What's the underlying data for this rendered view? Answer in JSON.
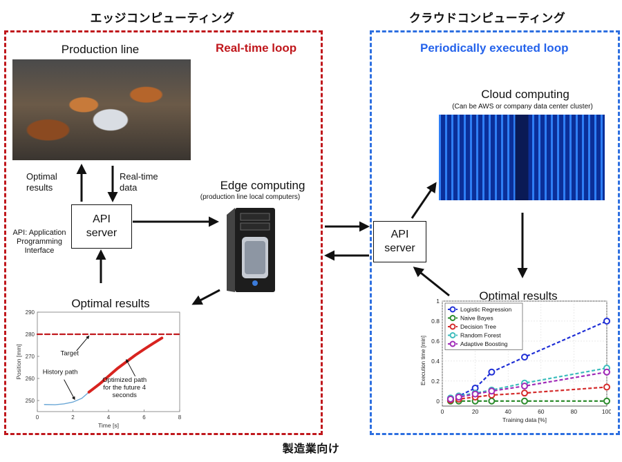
{
  "headings": {
    "edge": "エッジコンピューティング",
    "cloud": "クラウドコンピューティング",
    "footer": "製造業向け"
  },
  "edge_frame": {
    "loop_label": "Real-time loop",
    "production_title": "Production line",
    "optimal_results_label": "Optimal\nresults",
    "realtime_data_label": "Real-time\ndata",
    "api_box": {
      "line1": "API",
      "line2": "server"
    },
    "api_note": "API: Application\nProgramming\nInterface",
    "edge_title": "Edge computing",
    "edge_subtitle": "(production line local computers)",
    "optimal_results_title": "Optimal results"
  },
  "cloud_frame": {
    "loop_label": "Periodically executed loop",
    "cloud_title": "Cloud computing",
    "cloud_subtitle": "(Can be AWS or company data center cluster)",
    "api_box": {
      "line1": "API",
      "line2": "server"
    },
    "optimal_results_title": "Optimal results"
  },
  "colors": {
    "edge_frame": "#c0171c",
    "cloud_frame": "#2d6fe0"
  },
  "chart_data": [
    {
      "type": "line",
      "xlabel": "Time [s]",
      "ylabel": "Position [mm]",
      "xlim": [
        0,
        8
      ],
      "ylim": [
        245,
        290
      ],
      "xticks": [
        "0",
        "2",
        "4",
        "6",
        "8"
      ],
      "yticks": [
        "250",
        "260",
        "270",
        "280",
        "290"
      ],
      "series": [
        {
          "name": "History path",
          "color": "#6aa7d6",
          "style": "solid",
          "x": [
            0.4,
            1.0,
            1.5,
            2.0,
            2.5,
            2.9
          ],
          "y": [
            248.2,
            248.1,
            248.5,
            249.3,
            251.0,
            253.8
          ]
        },
        {
          "name": "Optimized path\nfor the future 4\nseconds",
          "color": "#d8231f",
          "style": "bold",
          "x": [
            2.9,
            3.5,
            4.0,
            4.5,
            5.0,
            5.5,
            6.0,
            6.5,
            7.0
          ],
          "y": [
            253.8,
            257.5,
            261.0,
            264.5,
            267.5,
            270.5,
            273.2,
            275.8,
            278.3
          ]
        },
        {
          "name": "Target",
          "color": "#c0171c",
          "style": "dashed",
          "x": [
            0,
            8
          ],
          "y": [
            280,
            280
          ]
        }
      ],
      "annotations": [
        "Target",
        "History path",
        "Optimized path\nfor the future 4\nseconds"
      ]
    },
    {
      "type": "line",
      "xlabel": "Training data [%]",
      "ylabel": "Execution time [min]",
      "xlim": [
        0,
        100
      ],
      "ylim": [
        -0.05,
        1.0
      ],
      "xticks": [
        "0",
        "20",
        "40",
        "60",
        "80",
        "100"
      ],
      "yticks": [
        "0",
        "0.2",
        "0.4",
        "0.6",
        "0.8",
        "1"
      ],
      "legend_position": "top-left",
      "series": [
        {
          "name": "Logistic Regression",
          "color": "#1f2fd6",
          "x": [
            5,
            10,
            20,
            30,
            50,
            100
          ],
          "y": [
            0.02,
            0.05,
            0.13,
            0.29,
            0.44,
            0.8
          ]
        },
        {
          "name": "Naive Bayes",
          "color": "#2a8a2a",
          "x": [
            5,
            10,
            20,
            30,
            50,
            100
          ],
          "y": [
            0.0,
            0.0,
            0.0,
            0.0,
            0.0,
            0.0
          ]
        },
        {
          "name": "Decision Tree",
          "color": "#d42a2a",
          "x": [
            5,
            10,
            20,
            30,
            50,
            100
          ],
          "y": [
            0.01,
            0.02,
            0.04,
            0.06,
            0.08,
            0.14
          ]
        },
        {
          "name": "Random Forest",
          "color": "#3cbcbc",
          "x": [
            5,
            10,
            20,
            30,
            50,
            100
          ],
          "y": [
            0.03,
            0.05,
            0.08,
            0.11,
            0.18,
            0.33
          ]
        },
        {
          "name": "Adaptive Boosting",
          "color": "#a02ab8",
          "x": [
            5,
            10,
            20,
            30,
            50,
            100
          ],
          "y": [
            0.02,
            0.04,
            0.07,
            0.1,
            0.15,
            0.29
          ]
        }
      ]
    }
  ]
}
